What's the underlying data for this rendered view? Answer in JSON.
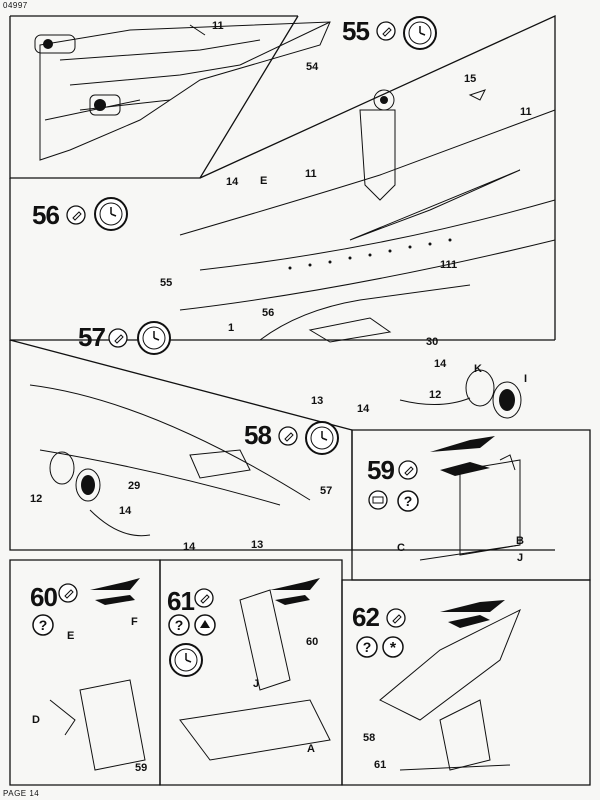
{
  "header": {
    "doc_number": "04997"
  },
  "footer": {
    "page": "PAGE 14"
  },
  "steps": [
    {
      "id": "55",
      "number": "55",
      "labels": [
        "11",
        "54"
      ]
    },
    {
      "id": "56",
      "number": "56",
      "labels": [
        "15",
        "11",
        "11",
        "14",
        "E",
        "55"
      ]
    },
    {
      "id": "57",
      "number": "57",
      "labels": [
        "111",
        "1",
        "56",
        "30",
        "14",
        "12",
        "14",
        "13",
        "K",
        "I"
      ]
    },
    {
      "id": "58",
      "number": "58",
      "labels": [
        "29",
        "57",
        "12",
        "14",
        "14",
        "13"
      ]
    },
    {
      "id": "59",
      "number": "59",
      "labels": [
        "B",
        "J",
        "C"
      ]
    },
    {
      "id": "60",
      "number": "60",
      "labels": [
        "E",
        "F",
        "D",
        "59"
      ]
    },
    {
      "id": "61",
      "number": "61",
      "labels": [
        "60",
        "J",
        "A"
      ]
    },
    {
      "id": "62",
      "number": "62",
      "labels": [
        "58",
        "61"
      ]
    }
  ],
  "icons": {
    "glue": "glue-drop-icon",
    "clock": "drying-time-clock-icon",
    "question": "question-mark-icon",
    "star": "asterisk-icon",
    "paint": "paint-icon",
    "decal": "decal-icon"
  }
}
